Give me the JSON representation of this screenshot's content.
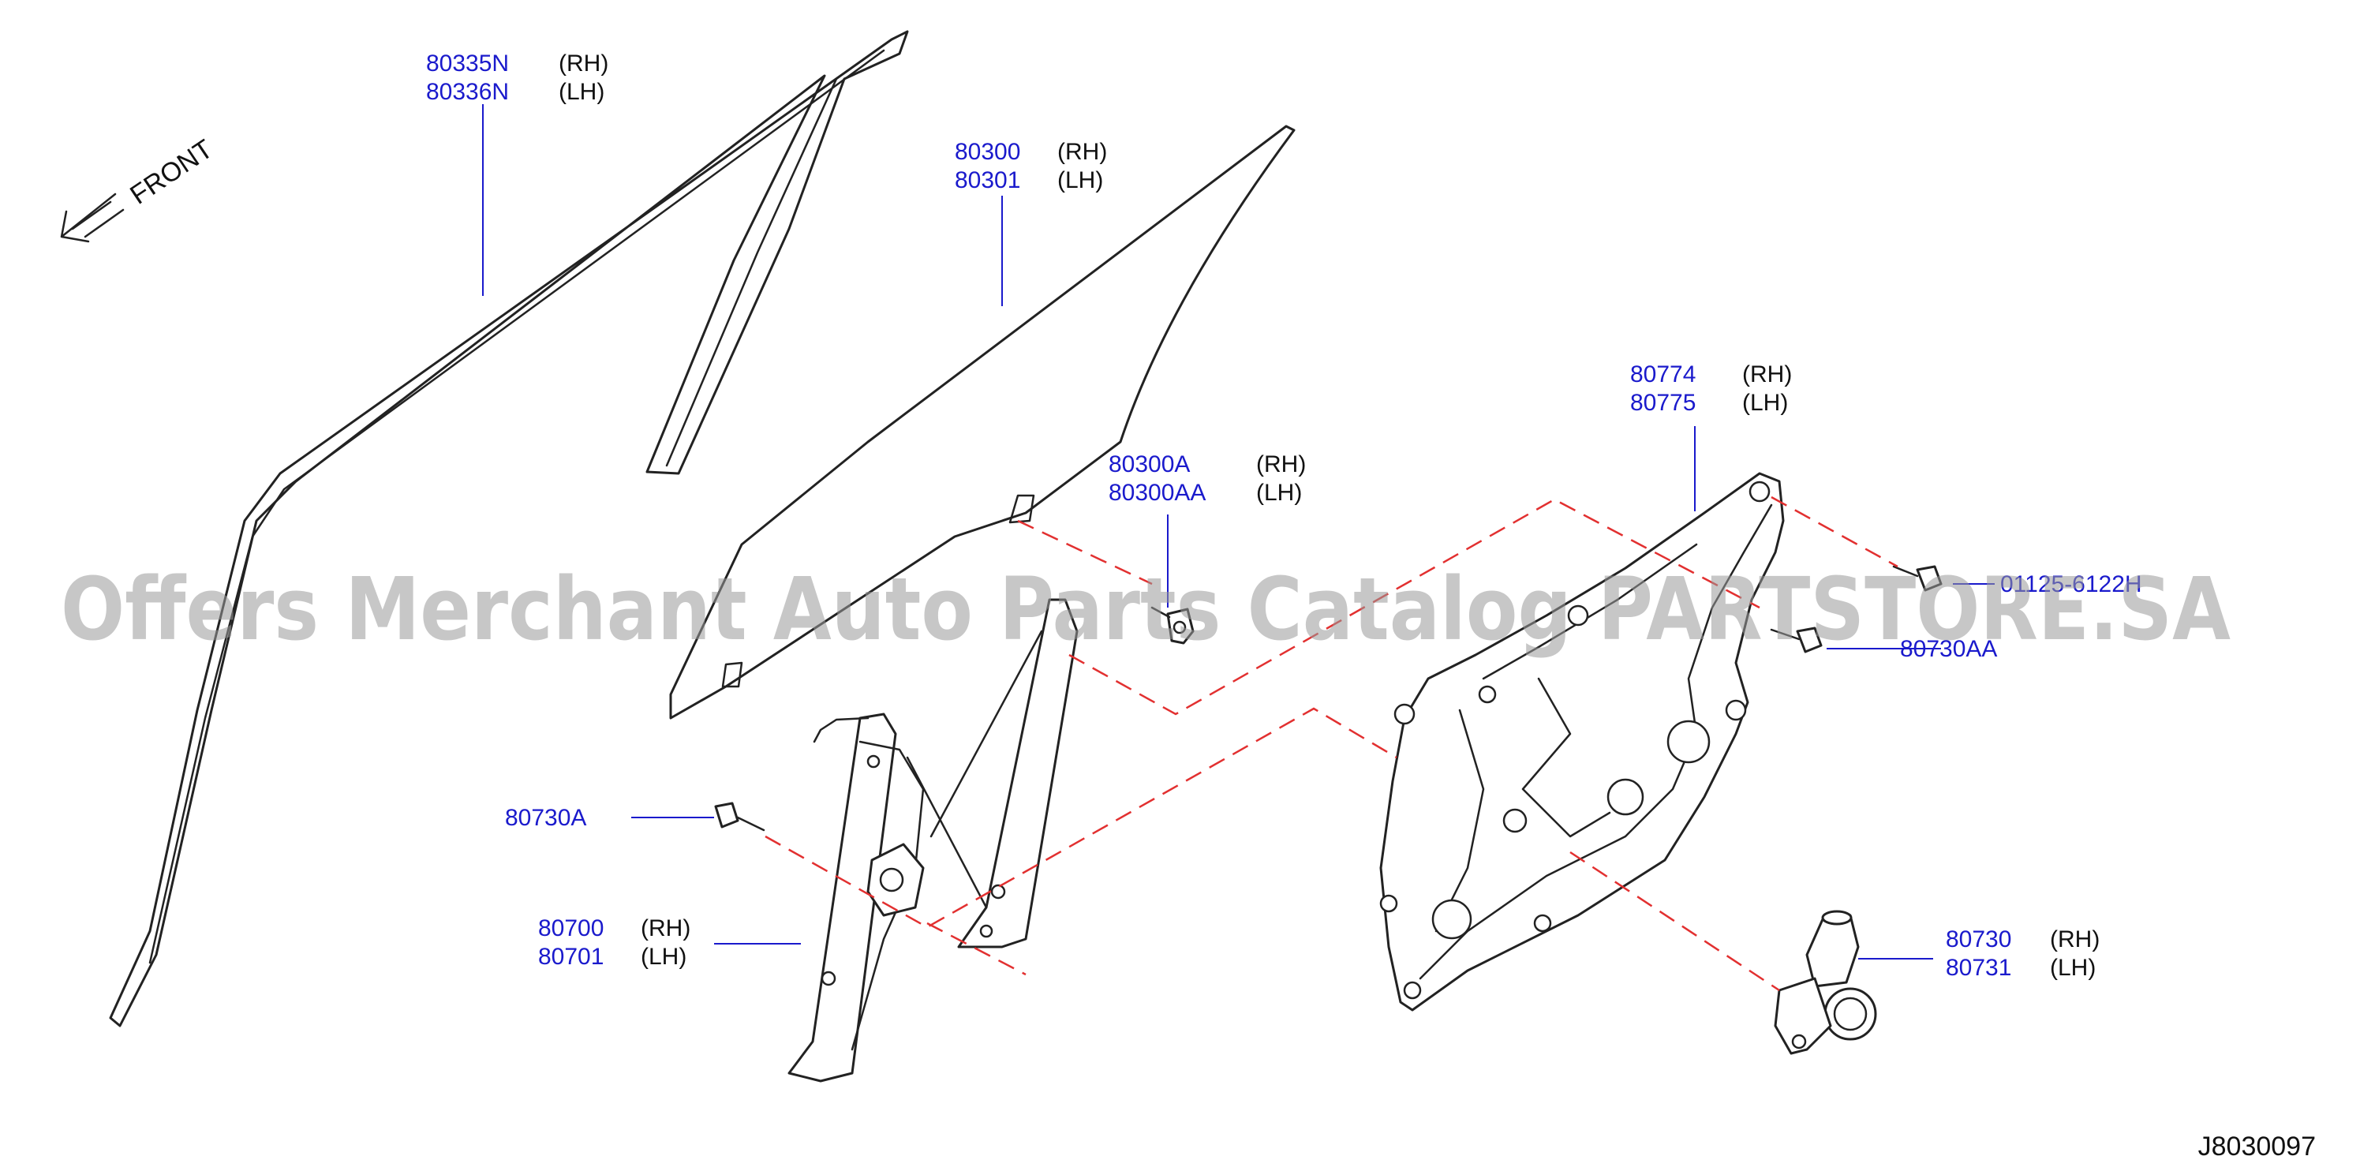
{
  "diagram_code": "J8030097",
  "front_label": "FRONT",
  "watermark": "Offers Merchant Auto Parts Catalog PARTSTORE.SA",
  "callouts": {
    "sash_rh": "80335N",
    "sash_rh_side": "(RH)",
    "sash_lh": "80336N",
    "sash_lh_side": "(LH)",
    "glass_rh": "80300",
    "glass_rh_side": "(RH)",
    "glass_lh": "80301",
    "glass_lh_side": "(LH)",
    "glass_clip_rh": "80300A",
    "glass_clip_rh_side": "(RH)",
    "glass_clip_lh": "80300AA",
    "glass_clip_lh_side": "(LH)",
    "module_rh": "80774",
    "module_rh_side": "(RH)",
    "module_lh": "80775",
    "module_lh_side": "(LH)",
    "bolt_top": "01125-6122H",
    "bolt_mid": "80730AA",
    "bolt_left": "80730A",
    "regulator_rh": "80700",
    "regulator_rh_side": "(RH)",
    "regulator_lh": "80701",
    "regulator_lh_side": "(LH)",
    "motor_rh": "80730",
    "motor_rh_side": "(RH)",
    "motor_lh": "80731",
    "motor_lh_side": "(LH)"
  },
  "colors": {
    "part_number": "#1a1acc",
    "leader": "#1a1acc",
    "assembly_line": "#e23030",
    "outline": "#222222"
  }
}
